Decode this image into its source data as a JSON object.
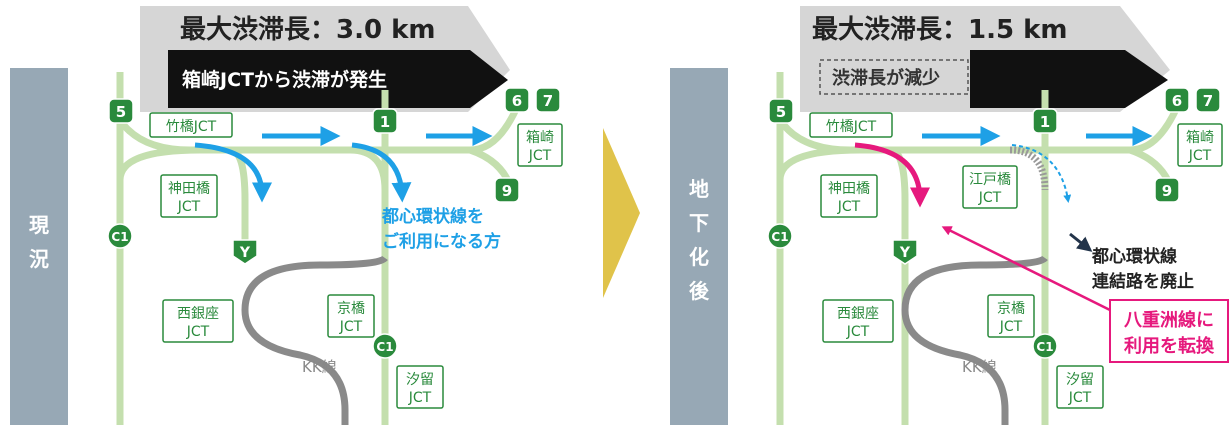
{
  "left_panel": {
    "side_label": [
      "現",
      "況"
    ],
    "banner_title": "最大渋滞長：3.0 km",
    "banner_sub": "箱崎JCTから渋滞が発生",
    "jct": {
      "takebashi": "竹橋JCT",
      "kandabashi": [
        "神田橋",
        "JCT"
      ],
      "hakozaki": [
        "箱崎",
        "JCT"
      ],
      "nishiginza": [
        "西銀座",
        "JCT"
      ],
      "kyobashi": [
        "京橋",
        "JCT"
      ],
      "shiodome": [
        "汐留",
        "JCT"
      ]
    },
    "route_badges": [
      "5",
      "1",
      "6",
      "7",
      "9",
      "C1",
      "Y",
      "C1"
    ],
    "kk_label": "KK線",
    "callout": [
      "都心環状線を",
      "ご利用になる方"
    ]
  },
  "right_panel": {
    "side_label": [
      "地",
      "下",
      "化",
      "後"
    ],
    "banner_title": "最大渋滞長：1.5 km",
    "banner_sub": "渋滞長が減少",
    "jct": {
      "takebashi": "竹橋JCT",
      "kandabashi": [
        "神田橋",
        "JCT"
      ],
      "edobashi": [
        "江戸橋",
        "JCT"
      ],
      "hakozaki": [
        "箱崎",
        "JCT"
      ],
      "nishiginza": [
        "西銀座",
        "JCT"
      ],
      "kyobashi": [
        "京橋",
        "JCT"
      ],
      "shiodome": [
        "汐留",
        "JCT"
      ]
    },
    "route_badges": [
      "5",
      "1",
      "6",
      "7",
      "9",
      "C1",
      "Y",
      "C1"
    ],
    "kk_label": "KK線",
    "abolish_note": [
      "都心環状線",
      "連結路を廃止"
    ],
    "switch_note": [
      "八重洲線に",
      "利用を転換"
    ]
  },
  "colors": {
    "road": "#c4dfae",
    "route_green": "#2a8a3c",
    "kk_gray": "#8a8a8a",
    "side_bar": "#97a8b5",
    "blue": "#1ea0e6",
    "magenta": "#e6197d",
    "arrow_yellow": "#e0c34a",
    "banner_dark": "#111111",
    "banner_light": "#d6d6d6"
  }
}
